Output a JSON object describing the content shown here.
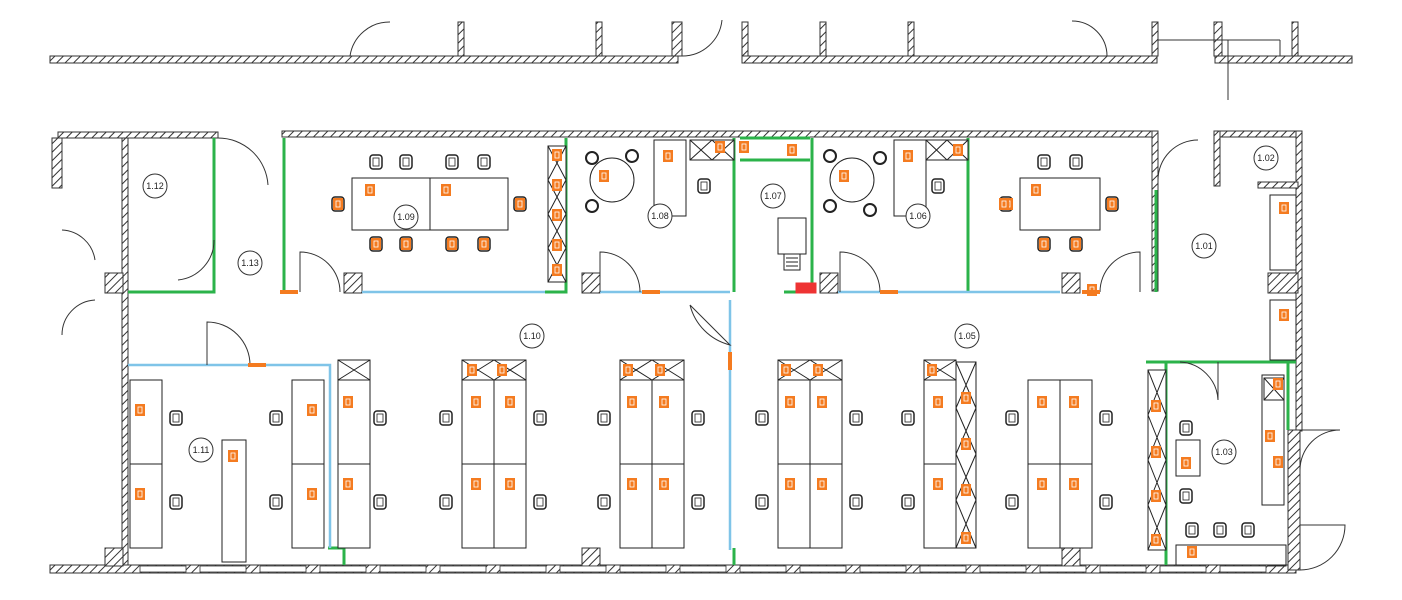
{
  "rooms": [
    {
      "id": "r102",
      "label": "1.02"
    },
    {
      "id": "r112",
      "label": "1.12"
    },
    {
      "id": "r113",
      "label": "1.13"
    },
    {
      "id": "r109",
      "label": "1.09"
    },
    {
      "id": "r108",
      "label": "1.08"
    },
    {
      "id": "r107",
      "label": "1.07"
    },
    {
      "id": "r106",
      "label": "1.06"
    },
    {
      "id": "r101",
      "label": "1.01"
    },
    {
      "id": "r110",
      "label": "1.10"
    },
    {
      "id": "r105",
      "label": "1.05"
    },
    {
      "id": "r111",
      "label": "1.11"
    },
    {
      "id": "r103",
      "label": "1.03"
    }
  ],
  "colors": {
    "wall": "#333333",
    "partition_green": "#2bb34a",
    "glass_blue": "#7fc4e8",
    "tag_orange": "#f47b20",
    "furniture": "#222222",
    "background": "#ffffff"
  },
  "icons": [
    "door-swing-icon",
    "chair-icon",
    "desk-icon",
    "equipment-tag-icon",
    "column-icon",
    "printer-icon"
  ]
}
